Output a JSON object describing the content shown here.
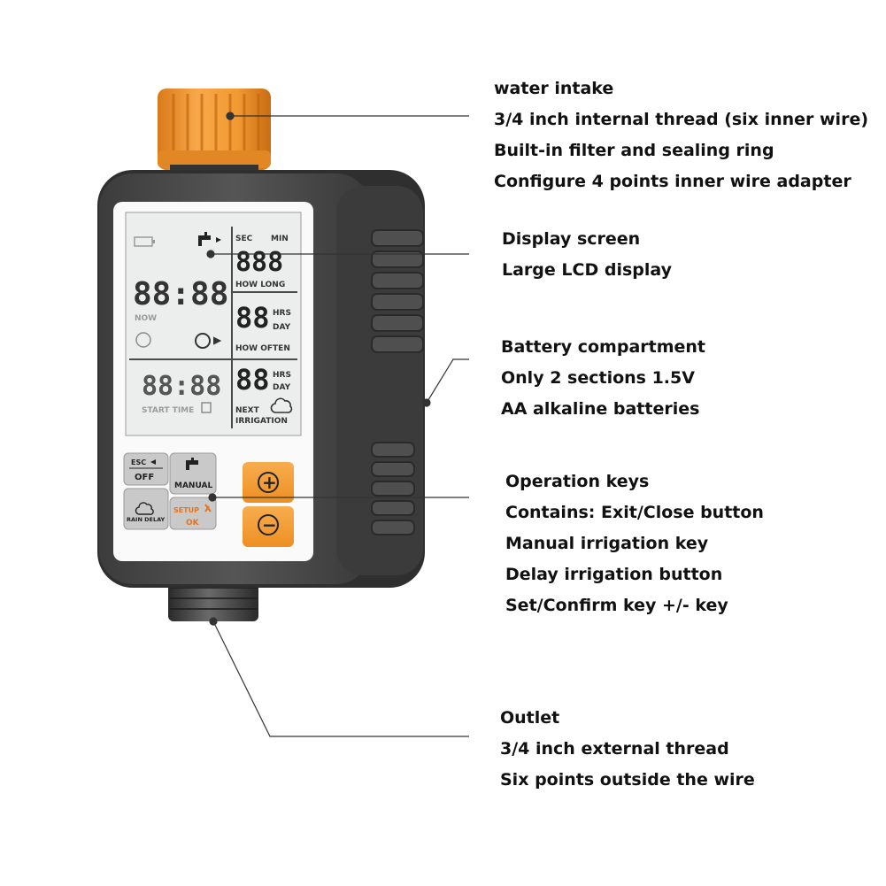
{
  "annotations": {
    "intake": [
      "water intake",
      "3/4 inch internal thread (six inner wire)",
      "Built-in filter and sealing ring",
      "Configure 4 points inner wire adapter"
    ],
    "display": [
      "Display screen",
      "Large LCD display"
    ],
    "battery": [
      "Battery compartment",
      "Only 2 sections 1.5V",
      "AA alkaline batteries"
    ],
    "keys": [
      "Operation keys",
      "Contains: Exit/Close button",
      "Manual irrigation key",
      "Delay irrigation button",
      "Set/Confirm key +/- key"
    ],
    "outlet": [
      "Outlet",
      "3/4 inch external thread",
      "Six points outside the wire"
    ]
  },
  "lcd": {
    "sec": "SEC",
    "min": "MIN",
    "how_long_digits": "888",
    "how_long": "HOW LONG",
    "clock_digits": "88:88",
    "now": "NOW",
    "hrs": "HRS",
    "day": "DAY",
    "how_often_digits": "88",
    "how_often": "HOW OFTEN",
    "start_digits": "88:88",
    "start_time": "START TIME",
    "next_digits": "88",
    "next": "NEXT",
    "irrigation": "IRRIGATION"
  },
  "buttons": {
    "esc": "ESC",
    "off": "OFF",
    "manual": "MANUAL",
    "rain_delay": "RAIN DELAY",
    "setup": "SETUP",
    "ok": "OK",
    "plus": "+",
    "minus": "−"
  },
  "colors": {
    "orange": "#f5a03a",
    "body": "#4a4a4a",
    "lcd_bg": "#eceeed",
    "key_gray": "#c9c9c9"
  }
}
